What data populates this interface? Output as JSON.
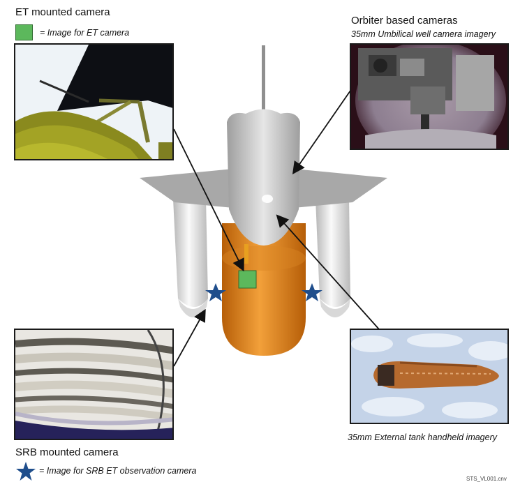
{
  "et_section": {
    "title": "ET mounted camera",
    "legend_text": "= Image for ET camera",
    "legend_color": "#5cb85c"
  },
  "orbiter_section": {
    "title": "Orbiter based cameras",
    "subtitle": "35mm Umbilical well camera imagery"
  },
  "srb_section": {
    "title": "SRB mounted camera",
    "legend_text": "= Image for SRB ET observation camera",
    "legend_color": "#1f4e8c"
  },
  "tank_caption": "35mm External tank handheld imagery",
  "corner_id": "STS_VL001.cnv",
  "colors": {
    "tank": "#e8851c",
    "orbiter": "#c8c8c8",
    "srb": "#ececec",
    "marker_square": "#5cb85c",
    "marker_star": "#1f4e8c"
  }
}
